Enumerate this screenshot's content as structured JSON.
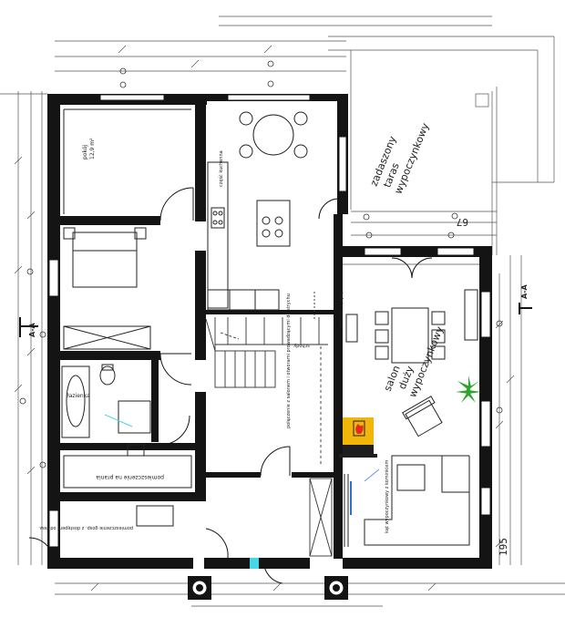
{
  "plan": {
    "labels": {
      "terrace": [
        "zadaszony",
        "taras",
        "wypoczynkowy"
      ],
      "living": [
        "salon",
        "duży",
        "wypoczynkowy"
      ],
      "bedroom": "pokój",
      "bedroom_area": "12,9 m²",
      "bathroom": "łazienka",
      "kitchen": "część kuchenna",
      "corridor": "pomieszczenie na prania",
      "stair_note": "połączenie z salonem i otworami prowadzącymi do strychu",
      "fireplace_note": "kominek z płytą",
      "sofa_note": "kąt wypoczynkowy z kominkiem",
      "entry_note": "pomieszczenie gosp. z dostępem od zew.",
      "stair_label": "schody",
      "section_marker": "A-A",
      "dim_195": "195",
      "dim_67": "67"
    },
    "colors": {
      "wall": "#141414",
      "fireplace_fill": "#f2b50a",
      "fireplace_flame": "#e52b1b",
      "fireplace_base": "#1e1e1e",
      "plant": "#2da52d",
      "door_glass": "#47d6e6",
      "accent_blue": "#2d6fd6"
    }
  }
}
